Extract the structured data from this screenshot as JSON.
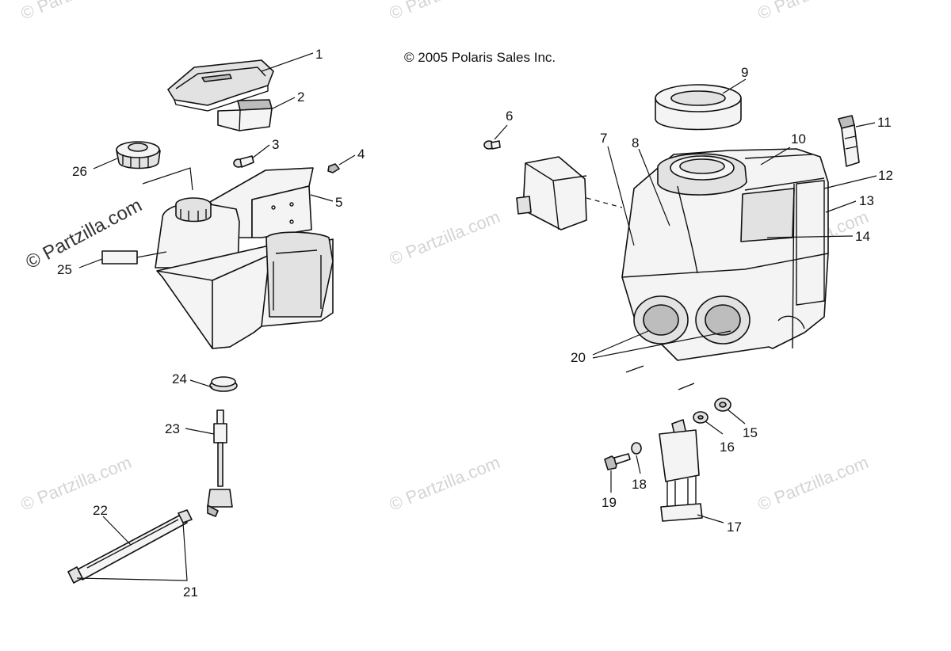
{
  "copyright": "© 2005 Polaris Sales Inc.",
  "watermark": "© Partzilla.com",
  "callouts": [
    "1",
    "2",
    "3",
    "4",
    "5",
    "6",
    "7",
    "8",
    "9",
    "10",
    "11",
    "12",
    "13",
    "14",
    "15",
    "16",
    "17",
    "18",
    "19",
    "20",
    "21",
    "22",
    "23",
    "24",
    "25",
    "26"
  ]
}
